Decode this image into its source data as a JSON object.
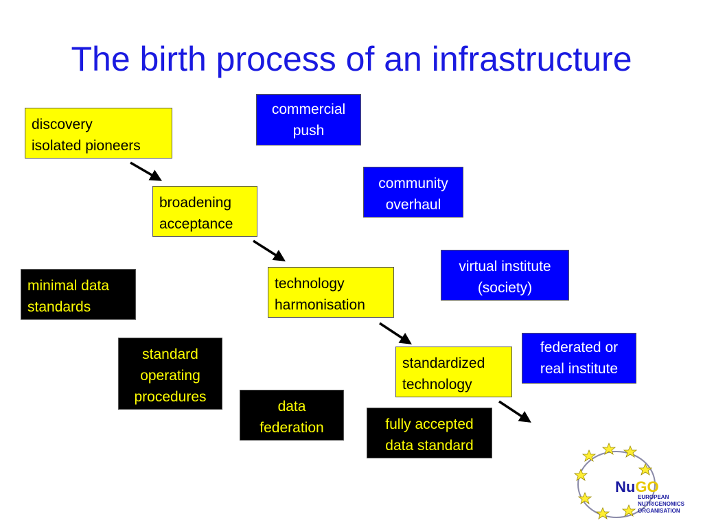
{
  "title": "The birth process of an infrastructure",
  "boxes": {
    "discovery": "discovery\nisolated pioneers",
    "broadening": "broadening\nacceptance",
    "technology_harmonisation": "technology\nharmonisation",
    "standardized_technology": "standardized\ntechnology",
    "minimal_data_standards": "minimal data\nstandards",
    "standard_operating_procedures": "standard\noperating\nprocedures",
    "data_federation": "data\nfederation",
    "fully_accepted": "fully accepted\ndata standard",
    "commercial_push": "commercial\npush",
    "community_overhaul": "community\noverhaul",
    "virtual_institute": "virtual institute\n(society)",
    "federated_institute": "federated or\nreal institute"
  },
  "logo": {
    "nu": "Nu",
    "go": "GO",
    "org": [
      "EUROPEAN",
      "NUTRIGENOMICS",
      "ORGANISATION"
    ]
  },
  "colors": {
    "title": "#1a1ae0",
    "yellow": "#ffff00",
    "blue": "#0000ff",
    "black": "#000000"
  }
}
